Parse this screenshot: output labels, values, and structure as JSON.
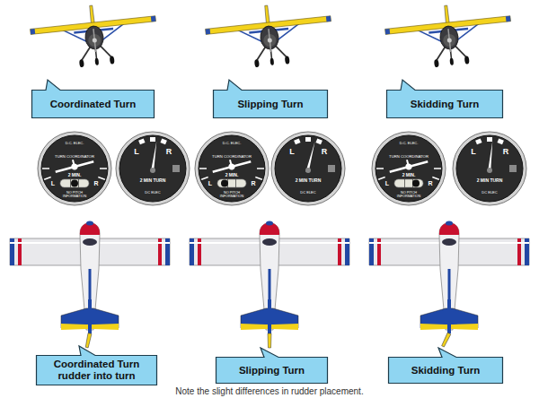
{
  "diagram": {
    "caption": "Note the slight differences in rudder placement.",
    "nodes": [
      {
        "text": [
          "Coordinated Turn"
        ]
      },
      {
        "text": [
          "Slipping Turn"
        ]
      },
      {
        "text": [
          "Skidding Turn"
        ]
      },
      {
        "text": [
          "Coordinated Turn rudder into turn"
        ]
      },
      {
        "text": [
          "Slipping Turn"
        ]
      },
      {
        "text": [
          "Skidding Turn"
        ]
      }
    ],
    "labels": [
      "TURN COORDINATOR",
      "D.C. ELEC.",
      "L",
      "R",
      "2 MIN.",
      "NO PITCH INFORMATION",
      "L",
      "R",
      "2 MIN TURN",
      "DC ELEC",
      "TURN COORDINATOR",
      "D.C. ELEC.",
      "L",
      "R",
      "2 MIN.",
      "NO PITCH INFORMATION",
      "L",
      "R",
      "2 MIN TURN",
      "DC ELEC",
      "TURN COORDINATOR",
      "D.C. ELEC.",
      "L",
      "R",
      "2 MIN.",
      "NO PITCH INFORMATION",
      "L",
      "R",
      "2 MIN TURN",
      "DC ELEC"
    ]
  }
}
